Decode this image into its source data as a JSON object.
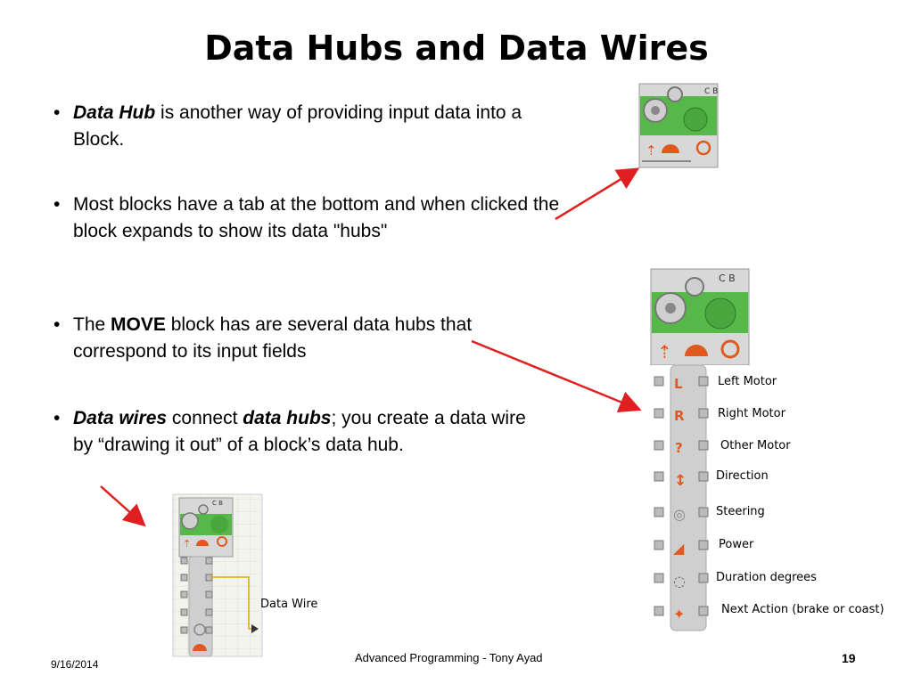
{
  "slide": {
    "title": "Data Hubs and Data Wires",
    "bullets": [
      {
        "b1": "Data Hub",
        "t1": " is another way of providing input data into a Block."
      },
      {
        "t1": "Most blocks have a tab at the bottom and when clicked the block expands to show its data \"hubs\""
      },
      {
        "t1": "The ",
        "b1": "MOVE",
        "t2": " block has are several data hubs that correspond to its input fields"
      },
      {
        "b1": "Data wires",
        "t1": " connect ",
        "b2": "data hubs",
        "t2": "; you create a data wire by “drawing it out” of a block’s data hub."
      }
    ],
    "bullet_char": "•"
  },
  "small_block": {
    "label": "C B"
  },
  "large_block": {
    "label": "C B"
  },
  "hubs": [
    {
      "label": "Left Motor",
      "glyph": "L"
    },
    {
      "label": "Right Motor",
      "glyph": "R"
    },
    {
      "label": "Other Motor",
      "glyph": "?"
    },
    {
      "label": "Direction",
      "glyph": "↕"
    },
    {
      "label": "Steering",
      "glyph": "◎"
    },
    {
      "label": "Power",
      "glyph": "◢"
    },
    {
      "label": "Duration degrees",
      "glyph": "◌"
    },
    {
      "label": "Next Action (brake or coast)",
      "glyph": "✦"
    }
  ],
  "wire_example": {
    "label": "Data Wire",
    "block_label": "C B"
  },
  "footer": {
    "date": "9/16/2014",
    "center": "Advanced Programming - Tony Ayad",
    "page": "19"
  },
  "colors": {
    "arrow": "#e02020",
    "green": "#57b84a",
    "block_gray": "#cfcfcf",
    "wire": "#e0a800"
  }
}
